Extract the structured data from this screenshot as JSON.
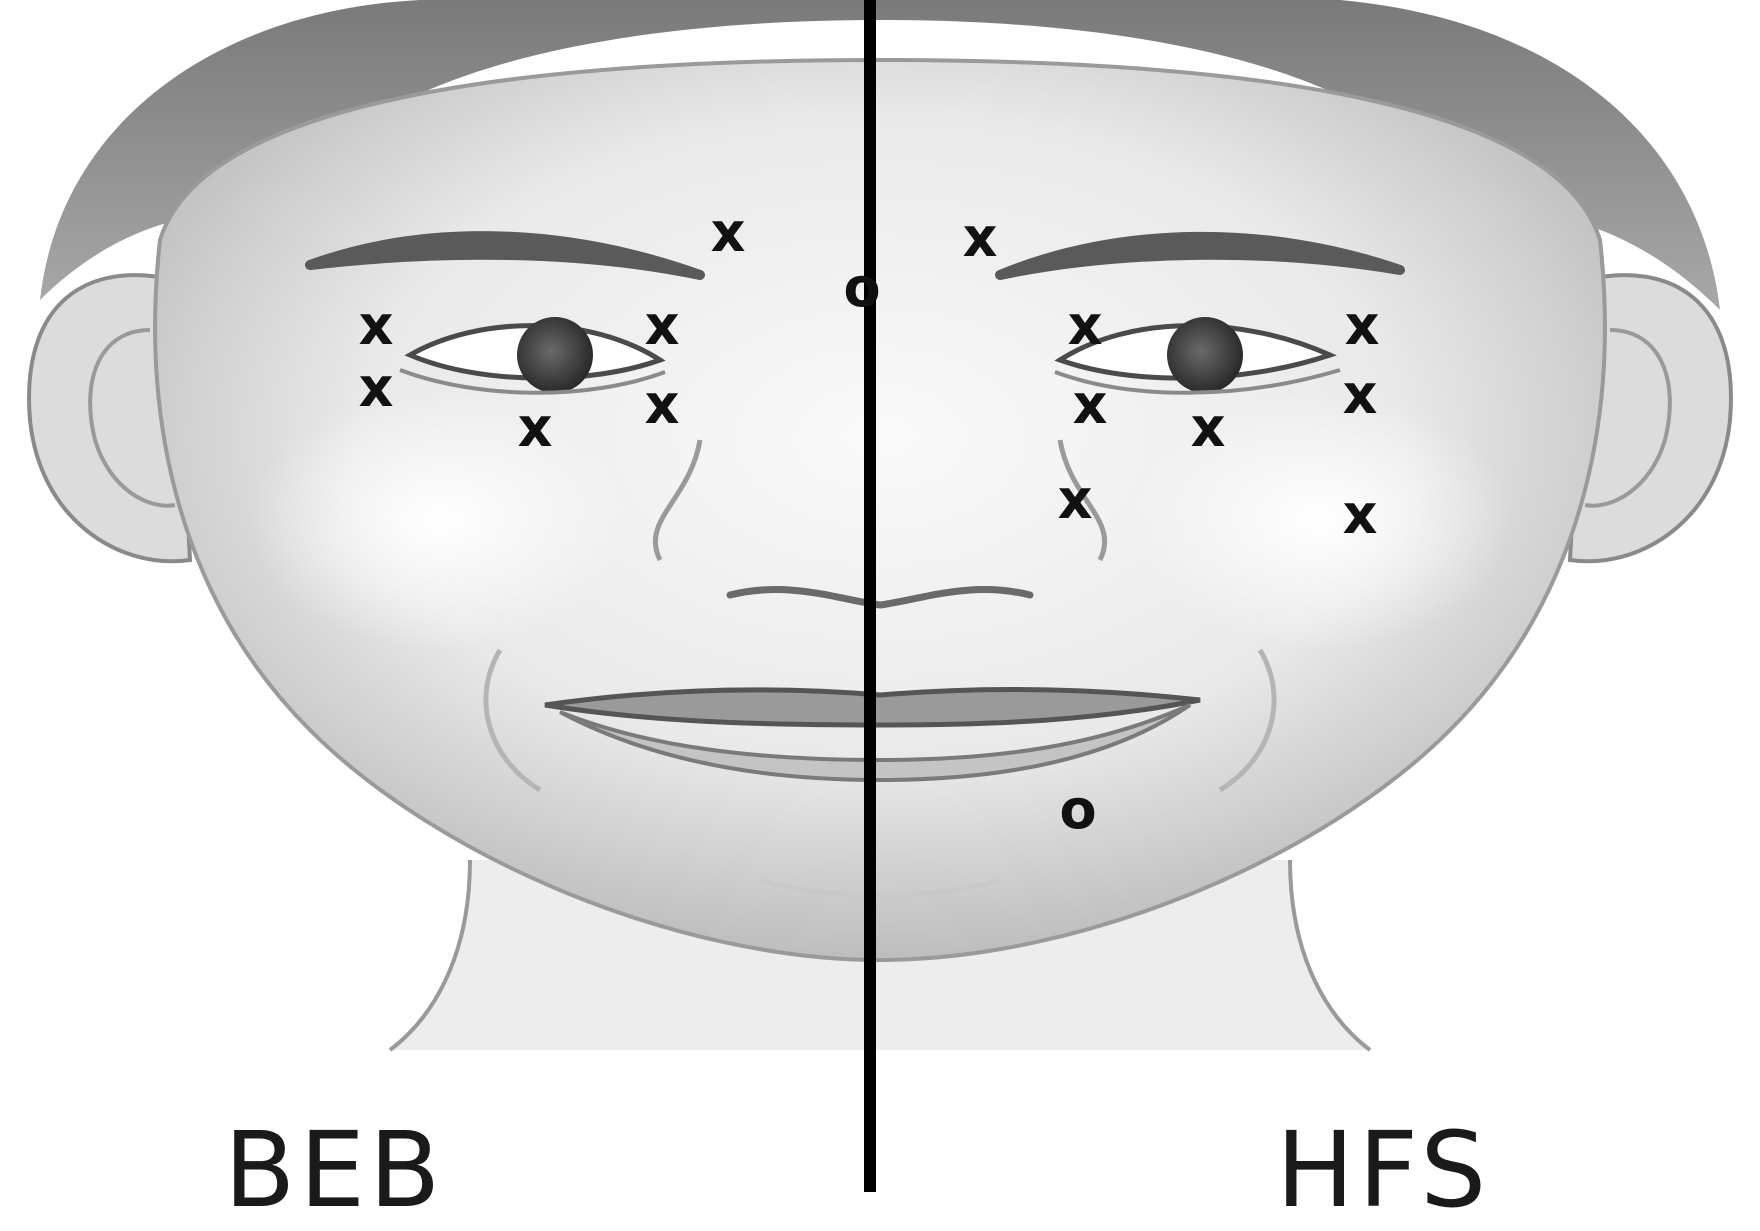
{
  "figure": {
    "labels": {
      "left": "BEB",
      "right": "HFS"
    },
    "marker_symbols": {
      "x": "x",
      "o": "o"
    }
  }
}
